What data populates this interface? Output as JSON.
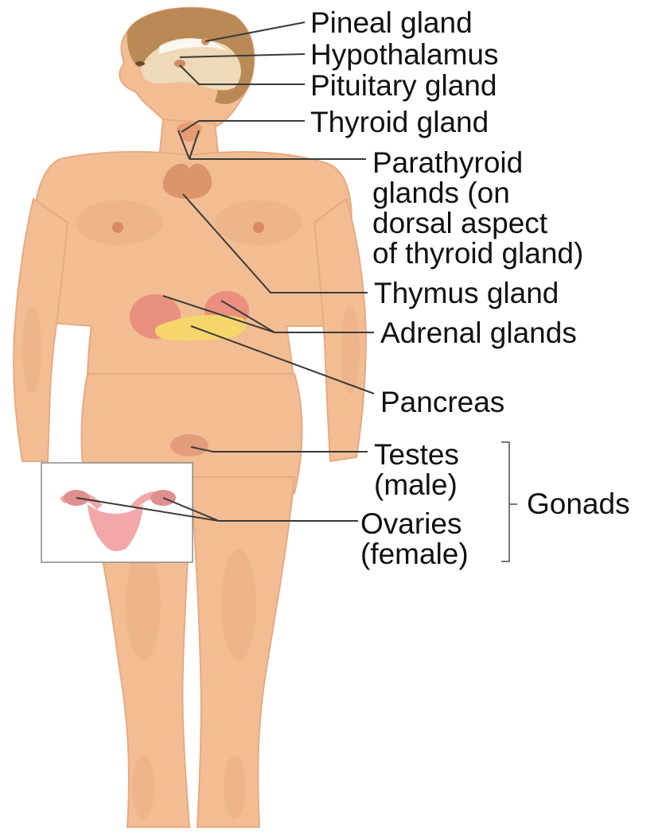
{
  "colors": {
    "skin": "#f2bd93",
    "skin_shadow": "#e3a47c",
    "hair": "#b98a55",
    "brain": "#eed9b8",
    "gland": "#e89a72",
    "pancreas": "#f6d66b",
    "leader_line": "#3a3a3a",
    "text": "#111111"
  },
  "labels": {
    "pineal": "Pineal gland",
    "hypothalamus": "Hypothalamus",
    "pituitary": "Pituitary gland",
    "thyroid": "Thyroid gland",
    "parathyroid": [
      "Parathyroid",
      "glands (on",
      "dorsal aspect",
      "of thyroid gland)"
    ],
    "thymus": "Thymus gland",
    "adrenal": "Adrenal glands",
    "pancreas": "Pancreas",
    "testes": [
      "Testes",
      "(male)"
    ],
    "ovaries": [
      "Ovaries",
      "(female)"
    ],
    "gonads": "Gonads"
  }
}
